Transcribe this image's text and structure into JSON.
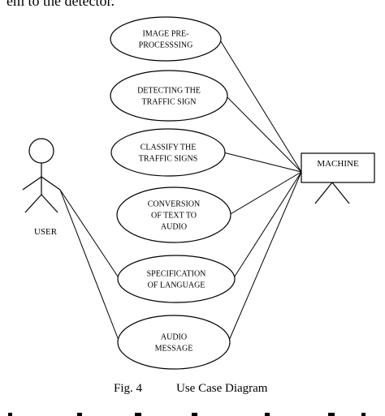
{
  "top_text": "em to the detector.",
  "actors": {
    "user": "USER",
    "machine": "MACHINE"
  },
  "use_cases": [
    [
      "IMAGE PRE-",
      "PROCESSSING"
    ],
    [
      "DETECTING THE",
      "TRAFFIC SIGN"
    ],
    [
      "CLASSIFY THE",
      "TRAFFIC SIGNS"
    ],
    [
      "CONVERSION",
      "OF TEXT TO",
      "AUDIO"
    ],
    [
      "SPECIFICATION",
      "OF LANGUAGE"
    ],
    [
      "AUDIO",
      "MESSAGE"
    ]
  ],
  "caption": {
    "fig": "Fig. 4",
    "title": "Use Case Diagram"
  }
}
